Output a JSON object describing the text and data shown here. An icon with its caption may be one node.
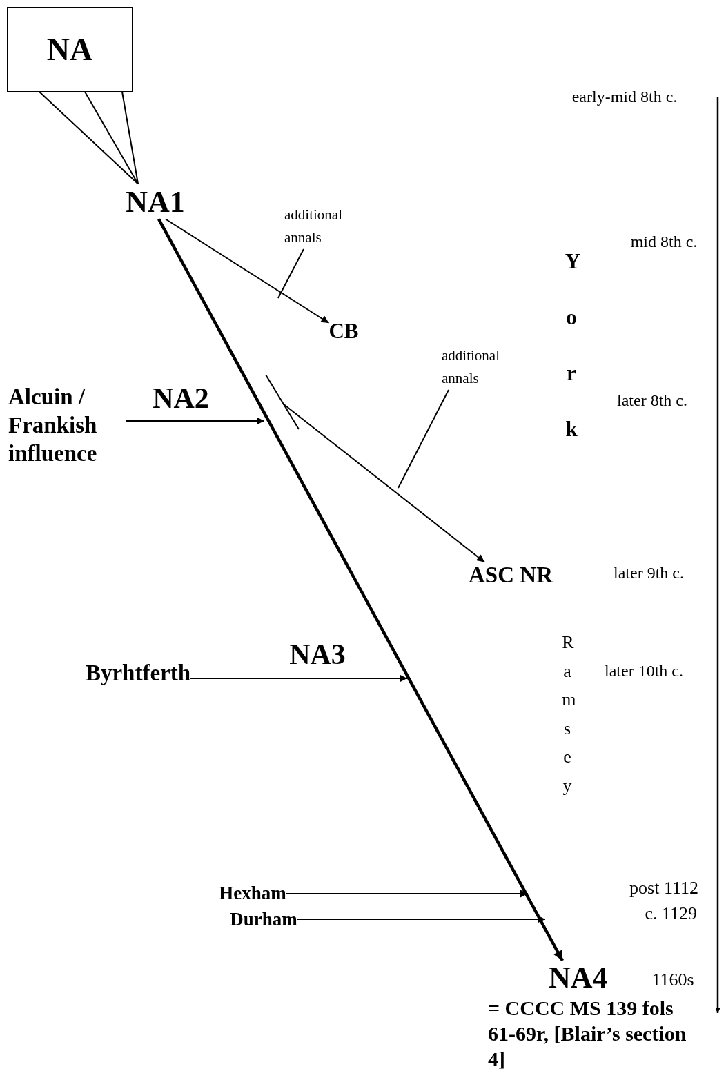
{
  "diagram": {
    "nodes": [
      {
        "text": [
          "NA"
        ]
      },
      {
        "text": [
          "NA1"
        ]
      },
      {
        "text": [
          "additional annals"
        ]
      },
      {
        "text": [
          "CB"
        ]
      },
      {
        "text": [
          "additional annals"
        ]
      },
      {
        "text": [
          "Alcuin / Frankish influence"
        ]
      },
      {
        "text": [
          "ASC NR"
        ]
      },
      {
        "text": [
          "Byrhtferth"
        ]
      },
      {
        "text": [
          "Hexham"
        ]
      },
      {
        "text": [
          "Durham"
        ]
      },
      {
        "text": [
          "NA4",
          "= CCCC MS 139 fols 61-69r, [Blair’s section 4]"
        ]
      }
    ],
    "edges": [
      {
        "from": 0,
        "to": 1,
        "arrow": "none"
      },
      {
        "from": 0,
        "to": 1,
        "arrow": "none"
      },
      {
        "from": 0,
        "to": 1,
        "arrow": "none"
      },
      {
        "from": 1,
        "to": 3,
        "arrow": "to"
      },
      {
        "from": 2,
        "to": null,
        "arrow": "none"
      },
      {
        "from": 1,
        "to": 10,
        "arrow": "to",
        "style": "thick"
      },
      {
        "from": 5,
        "to": null,
        "arrow": "to"
      },
      {
        "from": null,
        "to": 6,
        "arrow": "to"
      },
      {
        "from": 4,
        "to": null,
        "arrow": "none"
      },
      {
        "from": 7,
        "to": null,
        "arrow": "to"
      },
      {
        "from": 8,
        "to": null,
        "arrow": "to"
      },
      {
        "from": 9,
        "to": null,
        "arrow": "to"
      }
    ],
    "labels": [
      "early-mid 8th c.",
      "York",
      "mid 8th c.",
      "NA2",
      "later 8th c.",
      "later 9th c.",
      "NA3",
      "Ramsey",
      "later 10th c.",
      "post 1112",
      "c. 1129",
      "1160s"
    ]
  }
}
